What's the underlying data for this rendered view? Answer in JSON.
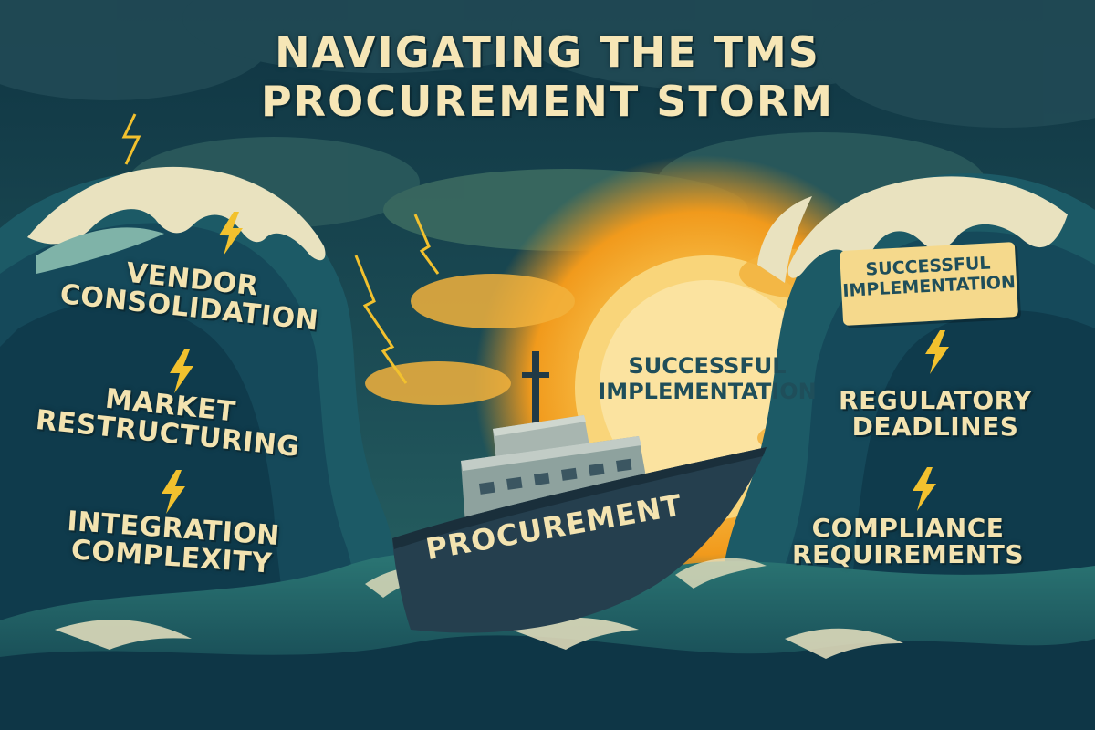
{
  "title": {
    "line1": "Navigating the TMS",
    "line2": "Procurement Storm"
  },
  "left_challenges": {
    "item1": {
      "line1": "Vendor",
      "line2": "Consolidation"
    },
    "item2": {
      "line1": "Market",
      "line2": "Restructuring"
    },
    "item3": {
      "line1": "Integration",
      "line2": "Complexity"
    }
  },
  "right_challenges": {
    "item1": {
      "line1": "Regulatory",
      "line2": "Deadlines"
    },
    "item2": {
      "line1": "Compliance",
      "line2": "Requirements"
    }
  },
  "sun_label": {
    "line1": "Successful",
    "line2": "Implementation"
  },
  "sign_label": {
    "line1": "Successful",
    "line2": "Implementation"
  },
  "ship_label": "Procurement",
  "colors": {
    "sky_dark": "#123744",
    "sea": "#1c5662",
    "wave_crest": "#e9e2bf",
    "sun": "#f6a51f",
    "text_cream": "#f3e3b0",
    "bolt": "#f2c12e",
    "ship_hull": "#253f4e"
  },
  "icons": [
    "lightning-bolt-icon",
    "ship-illustration",
    "sun-illustration",
    "wave-illustration"
  ]
}
